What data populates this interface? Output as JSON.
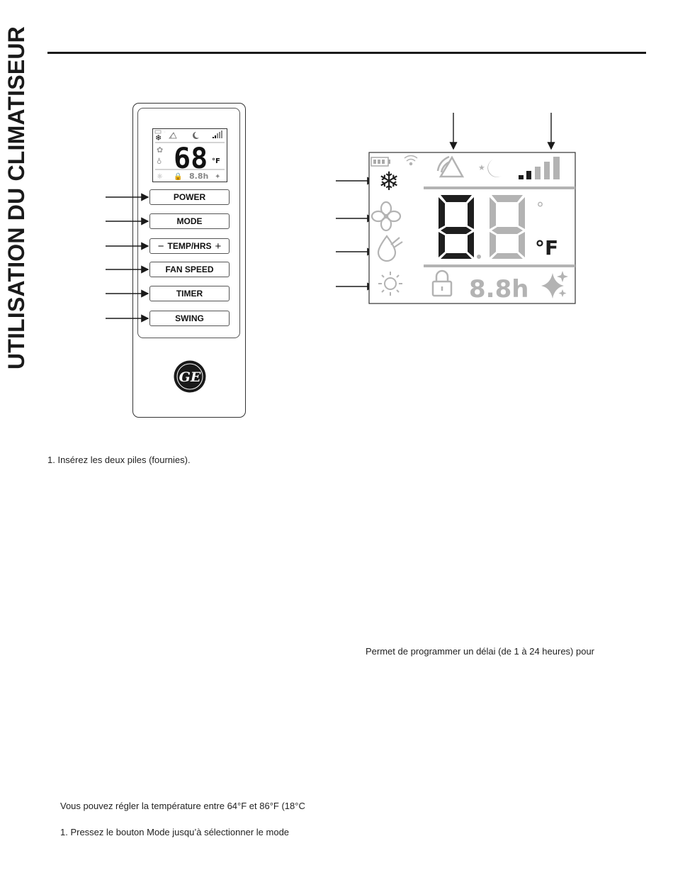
{
  "page": {
    "side_title": "UTILISATION DU CLIMATISEUR"
  },
  "remote": {
    "mini_display": {
      "digits": "68",
      "unit": "°F",
      "timer": "8.8h"
    },
    "buttons": {
      "power": "POWER",
      "mode": "MODE",
      "temp_minus": "−",
      "temp": "TEMP/HRS",
      "temp_plus": "+",
      "fan_speed": "FAN SPEED",
      "timer": "TIMER",
      "swing": "SWING"
    },
    "logo": "GE"
  },
  "display": {
    "degree_symbol": "°",
    "unit": "°F",
    "timer": "8.8h"
  },
  "text": {
    "battery_step": "1. Insérez les deux piles (fournies).",
    "timer_desc": "Permet de programmer un délai (de 1 à 24 heures) pour",
    "temp_range": "Vous pouvez régler la température entre 64°F et 86°F (18°C",
    "mode_step": "1. Pressez le bouton Mode jusqu’à sélectionner le mode"
  },
  "colors": {
    "ink": "#1a1a1a",
    "lcd_gray": "#b3b3b3",
    "segment_dark": "#1e1e1e"
  }
}
